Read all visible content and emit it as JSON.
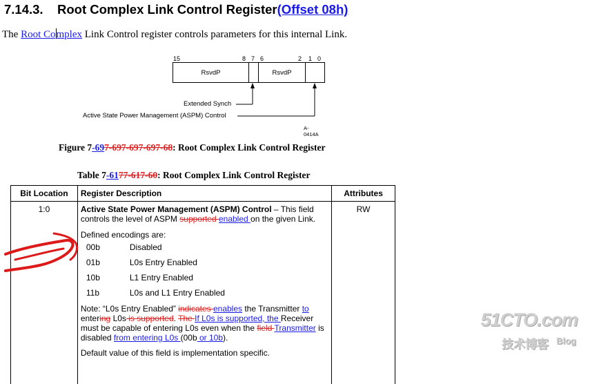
{
  "heading": {
    "number": "7.14.3.",
    "title": "Root Complex Link Control Register",
    "offset_link": "(Offset 08h)"
  },
  "intro": {
    "pre": "The ",
    "link_a": "Root Co",
    "link_b": "mplex",
    "post": " Link Control register controls parameters for this internal Link."
  },
  "diagram": {
    "bit_labels": [
      "15",
      "8",
      "7",
      "6",
      "2",
      "1",
      "0"
    ],
    "fields": [
      "RsvdP",
      "RsvdP"
    ],
    "labels": [
      "Extended Synch",
      "Active State Power Management (ASPM) Control"
    ],
    "figure_id": "A-0414A"
  },
  "figure_caption": {
    "prefix": "Figure 7",
    "ins1": "-69",
    "del1": "7-697-697-697-68",
    "suffix": ":  Root Complex Link Control Register"
  },
  "table_caption": {
    "prefix": "Table 7",
    "ins1": "-61",
    "del1": "77-617-60",
    "suffix": ":  Root Complex Link Control Register"
  },
  "table": {
    "headers": [
      "Bit Location",
      "Register Description",
      "Attributes"
    ],
    "row": {
      "bit": "1:0",
      "attribute": "RW",
      "title": "Active State Power Management (ASPM) Control",
      "desc1": " – This field controls the level of ASPM ",
      "desc_del": "supported ",
      "desc_ins": "enabled ",
      "desc2": "on the given Link.",
      "defined": "Defined encodings are:",
      "encodings": [
        {
          "code": "00b",
          "meaning": "Disabled"
        },
        {
          "code": "01b",
          "meaning": "L0s Entry Enabled"
        },
        {
          "code": "10b",
          "meaning": "L1 Entry Enabled"
        },
        {
          "code": "11b",
          "meaning": "L0s and L1 Entry Enabled"
        }
      ],
      "note": {
        "t1": "Note: “L0s Entry Enabled” ",
        "d1": "indicates ",
        "i1": "enables",
        "t2": " the Transmitter ",
        "i2": "to",
        "t3": " enter",
        "d2": "ing",
        "t4": " L0s",
        "d3": " is supported",
        "t5": ".  ",
        "d4": "The ",
        "i3": "If L0s is supported, the ",
        "t6": "Receiver must be capable of entering L0s even when the ",
        "d5": "field ",
        "i4": "Transmitter",
        "t7": " is disabled ",
        "i5": "from entering L0s ",
        "t8": "(00b",
        "i6": " or 10b",
        "t9": ")."
      },
      "default": "Default value of this field is implementation specific."
    }
  },
  "watermark": {
    "site": "51CTO.com",
    "chinese": "技术博客",
    "blog": "Blog"
  },
  "colors": {
    "link": "#1a1ae6",
    "deleted": "#e02020",
    "annotation": "#dd1a1a"
  }
}
